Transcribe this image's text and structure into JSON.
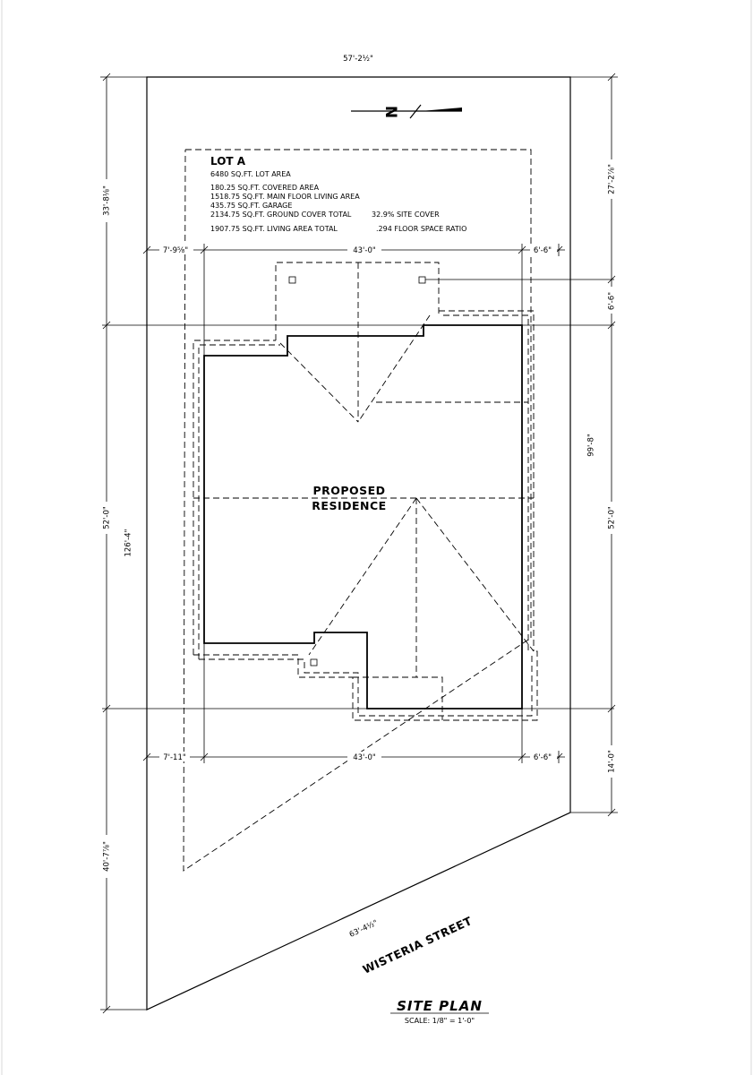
{
  "lot": {
    "title": "LOT A",
    "lines": [
      "6480 SQ.FT. LOT AREA",
      "180.25 SQ.FT. COVERED AREA",
      "1518.75 SQ.FT. MAIN FLOOR LIVING AREA",
      "435.75 SQ.FT. GARAGE",
      "2134.75 SQ.FT. GROUND COVER TOTAL",
      "1907.75 SQ.FT. LIVING AREA TOTAL"
    ],
    "site_cover": "32.9% SITE COVER",
    "floor_space_ratio": ".294 FLOOR SPACE RATIO"
  },
  "dimensions": {
    "top_width": "57'-2½\"",
    "right_top": "27'-2⅞\"",
    "right_gap": "6'-6\"",
    "right_house": "52'-0\"",
    "right_total": "99'-8\"",
    "right_bottom": "14'-0\"",
    "left_top": "33'-8⅛\"",
    "left_house": "52'-0\"",
    "left_total": "126'-4\"",
    "left_bottom": "40'-7⅞\"",
    "top_left_setback": "7'-9⅝\"",
    "top_house_width": "43'-0\"",
    "top_right_setback": "6'-6\"",
    "bottom_left_setback": "7'-11\"",
    "bottom_house_width": "43'-0\"",
    "bottom_right_setback": "6'-6\"",
    "street_frontage": "63'-4½\""
  },
  "building": {
    "label_line1": "PROPOSED",
    "label_line2": "RESIDENCE"
  },
  "street": {
    "name": "WISTERIA STREET"
  },
  "north_arrow": {
    "letter": "N"
  },
  "footer": {
    "title": "SITE PLAN",
    "scale": "SCALE: 1/8\" = 1'-0\""
  }
}
